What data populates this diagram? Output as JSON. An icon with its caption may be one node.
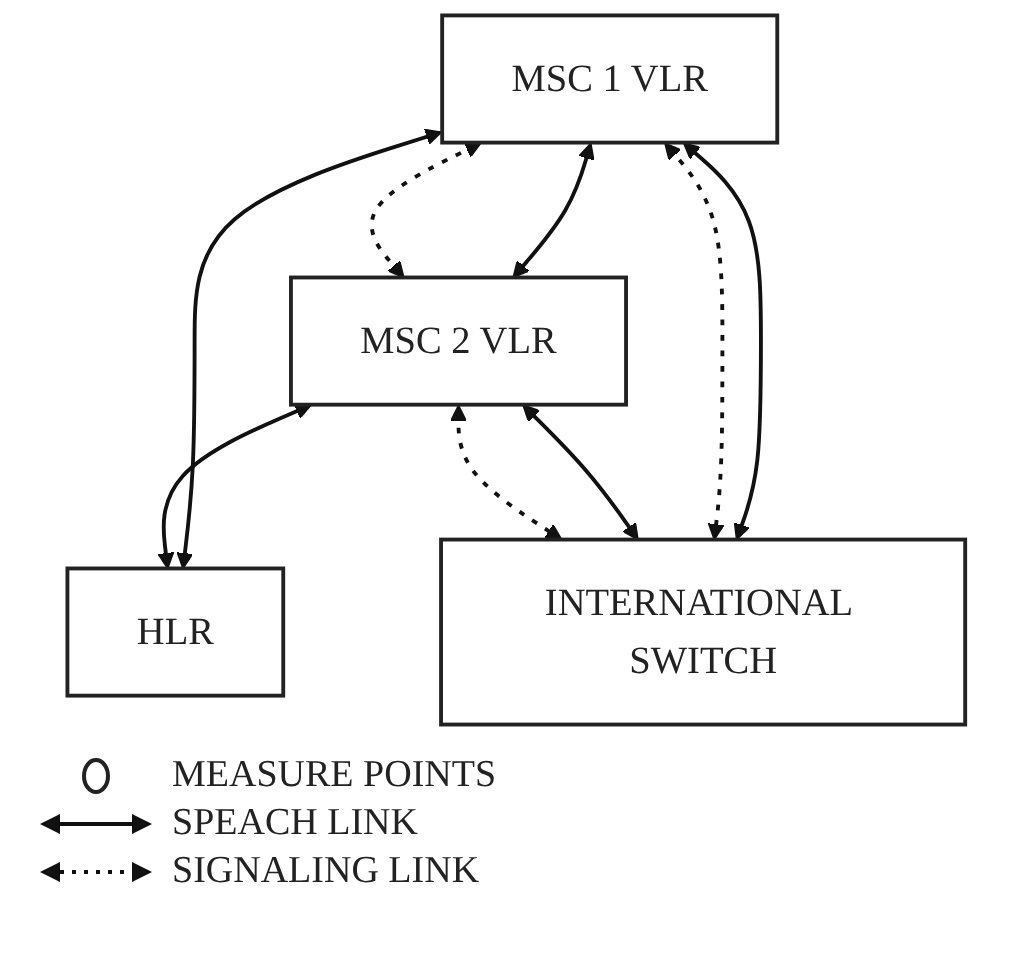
{
  "diagram": {
    "nodes": [
      {
        "text": [
          "MSC 1 VLR"
        ]
      },
      {
        "text": [
          "MSC 2 VLR"
        ]
      },
      {
        "text": [
          "HLR"
        ]
      },
      {
        "text": [
          "INTERNATIONAL SWITCH"
        ]
      }
    ],
    "edges": [
      {
        "from": 0,
        "to": 1,
        "arrow": "both"
      },
      {
        "from": 0,
        "to": 1,
        "arrow": "both",
        "style": "dashed"
      },
      {
        "from": 0,
        "to": 2,
        "arrow": "both"
      },
      {
        "from": 1,
        "to": 2,
        "arrow": "both"
      },
      {
        "from": 0,
        "to": 3,
        "arrow": "both"
      },
      {
        "from": 0,
        "to": 3,
        "arrow": "both",
        "style": "dashed"
      },
      {
        "from": 1,
        "to": 3,
        "arrow": "both"
      },
      {
        "from": 1,
        "to": 3,
        "arrow": "both",
        "style": "dashed"
      }
    ],
    "legend": [
      {
        "text": "MEASURE POINTS"
      },
      {
        "text": "SPEACH LINK"
      },
      {
        "text": "SIGNALING LINK"
      }
    ]
  }
}
